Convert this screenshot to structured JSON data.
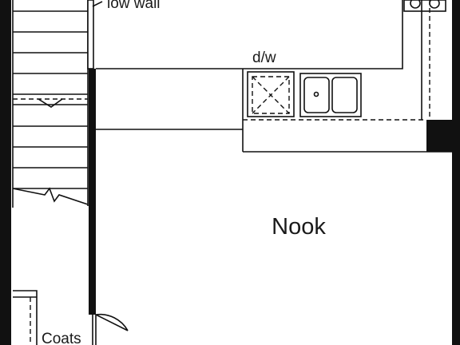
{
  "floorplan": {
    "labels": {
      "low_wall": "low wall",
      "dishwasher": "d/w",
      "nook": "Nook",
      "coats": "Coats"
    }
  }
}
